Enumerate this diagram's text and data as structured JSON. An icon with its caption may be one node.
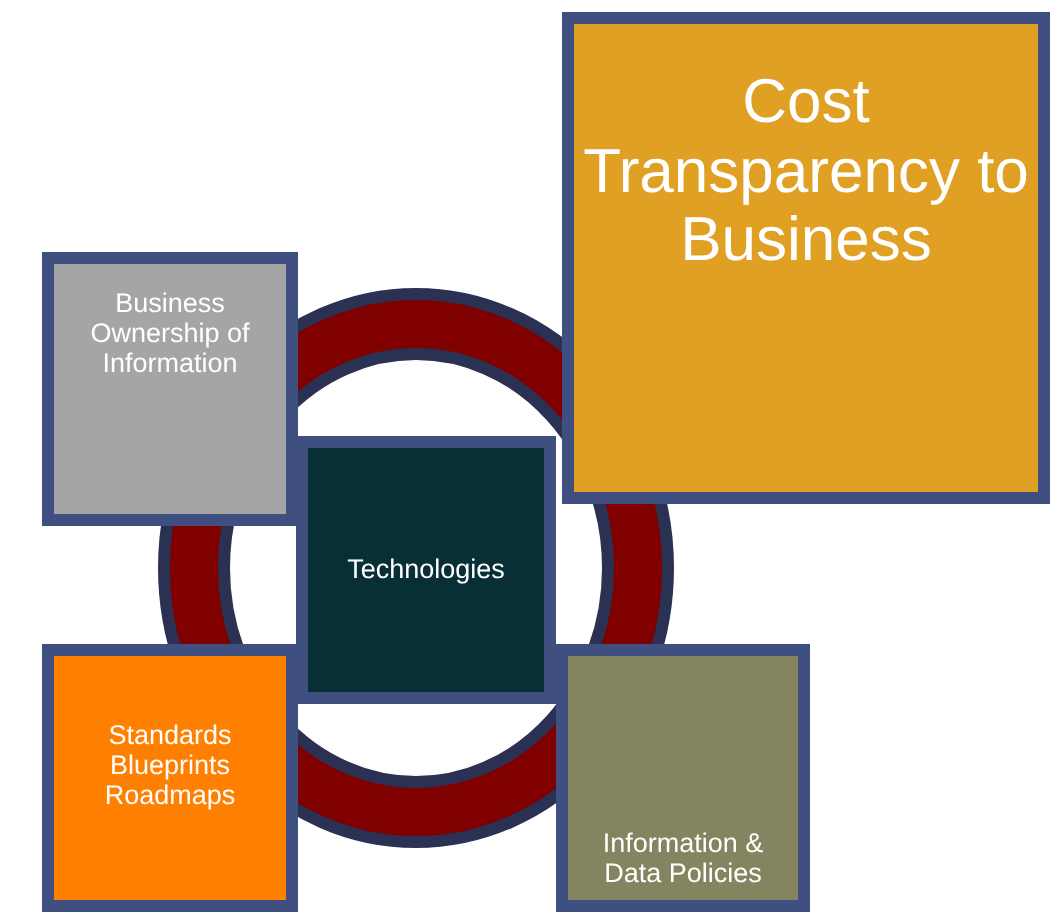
{
  "diagram": {
    "nodes": [
      {
        "text": [
          "Cost Transparency to Business"
        ]
      },
      {
        "text": [
          "Business Ownership of Information"
        ]
      },
      {
        "text": [
          "Technologies"
        ]
      },
      {
        "text": [
          "Standards Blueprints Roadmaps"
        ]
      },
      {
        "text": [
          "Information & Data Policies"
        ]
      }
    ]
  }
}
